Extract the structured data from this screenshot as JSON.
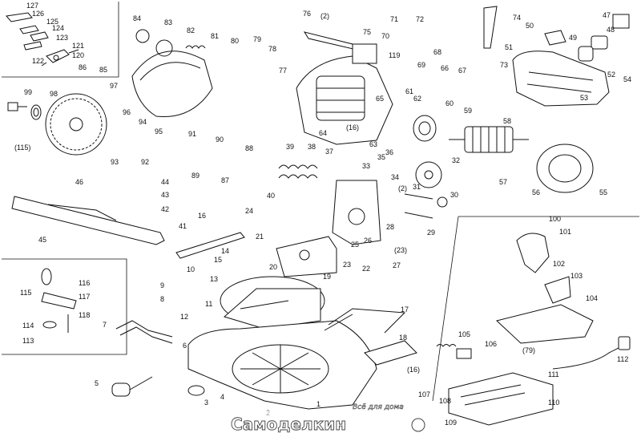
{
  "diagram": {
    "type": "exploded-parts-view",
    "callouts": [
      "1",
      "2",
      "3",
      "4",
      "5",
      "6",
      "7",
      "8",
      "9",
      "10",
      "11",
      "12",
      "13",
      "14",
      "15",
      "16",
      "17",
      "18",
      "19",
      "20",
      "21",
      "22",
      "23",
      "24",
      "25",
      "26",
      "27",
      "28",
      "29",
      "30",
      "31",
      "32",
      "33",
      "34",
      "35",
      "36",
      "37",
      "38",
      "39",
      "40",
      "41",
      "42",
      "43",
      "44",
      "45",
      "46",
      "47",
      "48",
      "49",
      "50",
      "51",
      "52",
      "53",
      "54",
      "55",
      "56",
      "57",
      "58",
      "59",
      "60",
      "61",
      "62",
      "63",
      "64",
      "65",
      "66",
      "67",
      "68",
      "69",
      "70",
      "71",
      "72",
      "73",
      "74",
      "75",
      "76",
      "77",
      "78",
      "79",
      "80",
      "81",
      "82",
      "83",
      "84",
      "85",
      "86",
      "87",
      "88",
      "89",
      "90",
      "91",
      "92",
      "93",
      "94",
      "95",
      "96",
      "97",
      "98",
      "99",
      "100",
      "101",
      "102",
      "103",
      "104",
      "105",
      "106",
      "107",
      "108",
      "109",
      "110",
      "111",
      "112",
      "113",
      "114",
      "115",
      "116",
      "117",
      "118",
      "119",
      "120",
      "121",
      "122",
      "123",
      "124",
      "125",
      "126",
      "127"
    ],
    "bracketed_callouts": [
      "(2)",
      "(16)",
      "(23)",
      "(2)",
      "(16)",
      "(79)",
      "(115)"
    ],
    "watermark": {
      "text": "Самоделкин",
      "tagline": "Всё для дома"
    }
  }
}
